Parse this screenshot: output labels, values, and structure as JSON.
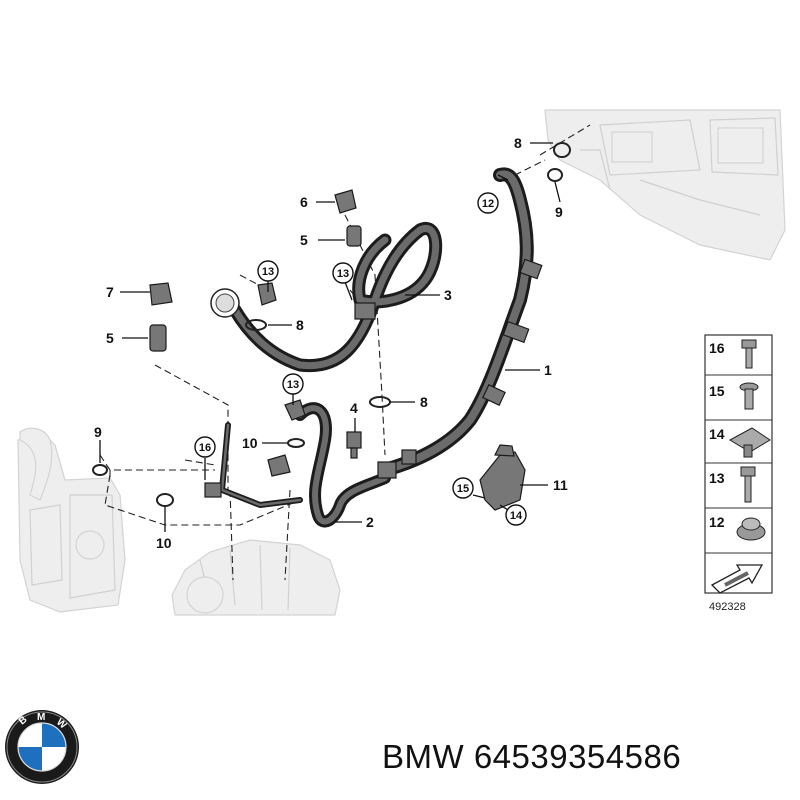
{
  "diagram": {
    "callouts": {
      "n1": "1",
      "n2": "2",
      "n3": "3",
      "n4": "4",
      "n5a": "5",
      "n5b": "5",
      "n6": "6",
      "n7": "7",
      "n8a": "8",
      "n8b": "8",
      "n8c": "8",
      "n9a": "9",
      "n9b": "9",
      "n10a": "10",
      "n10b": "10",
      "n11": "11",
      "c12": "12",
      "c13a": "13",
      "c13b": "13",
      "c13c": "13",
      "c14": "14",
      "c15": "15",
      "c16": "16"
    },
    "legend": {
      "items": [
        "16",
        "15",
        "14",
        "13",
        "12"
      ]
    },
    "image_code": "492328"
  },
  "caption": "BMW 64539354586",
  "logo": {
    "letters": "BMW",
    "colors": {
      "blue": "#1f6fbf",
      "white": "#ffffff",
      "ring": "#111111"
    }
  }
}
